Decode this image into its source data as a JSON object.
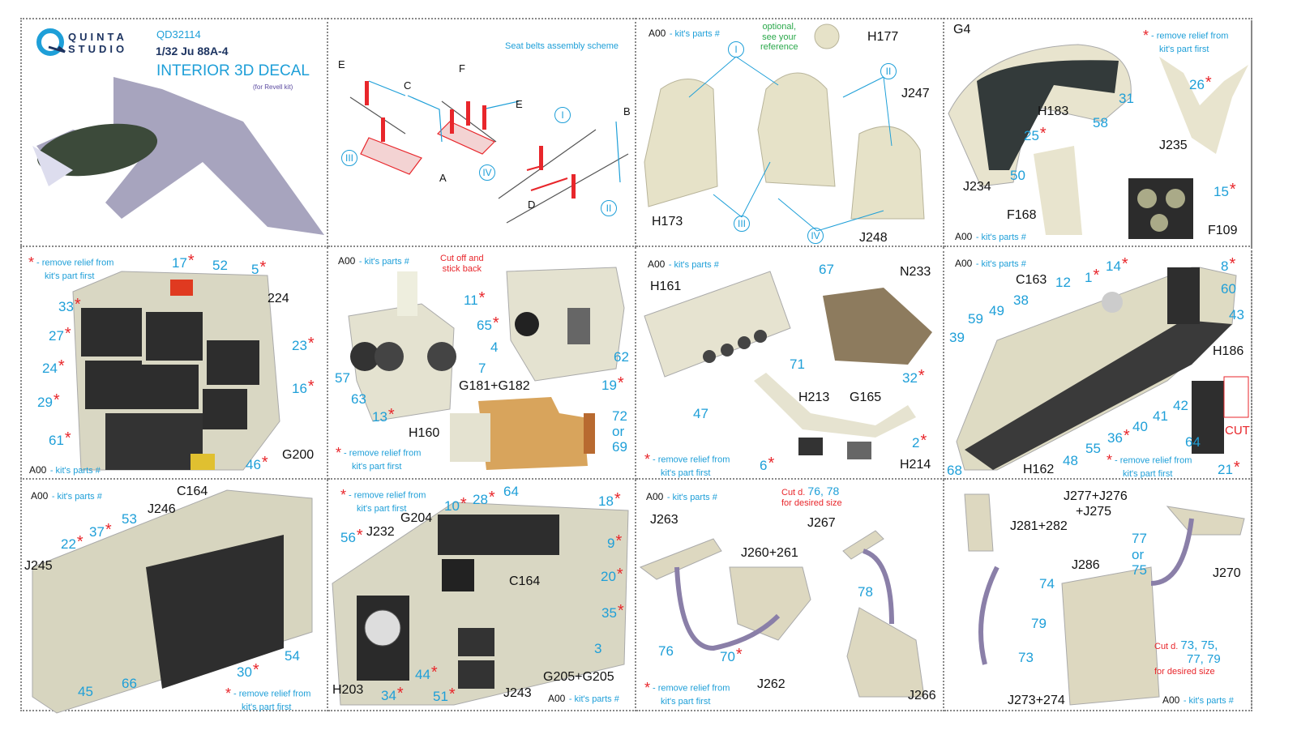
{
  "header": {
    "brand_line1": "QUINTA",
    "brand_line2": "STUDIO",
    "product_code": "QD32114",
    "scale_model": "1/32 Ju 88A-4",
    "title": "INTERIOR 3D DECAL",
    "subtitle": "(for Revell kit)"
  },
  "kit_ref": {
    "code": "A00",
    "text": "- kit's parts #"
  },
  "remove_note": {
    "star": "*",
    "line1": "- remove relief from",
    "line2": "kit's part first"
  },
  "colors": {
    "accent": "#1e9fd8",
    "warning": "#e8262b",
    "title": "#1d3461"
  },
  "panels": [
    {
      "id": "logo"
    },
    {
      "id": "seat-belts",
      "title": "Seat belts assembly scheme",
      "labels": [
        "E",
        "C",
        "F",
        "E",
        "A",
        "B",
        "D",
        "I",
        "II",
        "III",
        "IV"
      ]
    },
    {
      "id": "seats",
      "optional_note": [
        "optional,",
        "see your",
        "reference"
      ],
      "labels": [
        "H177",
        "I",
        "II",
        "J247",
        "H173",
        "III",
        "IV",
        "J248"
      ]
    },
    {
      "id": "instrument-panel",
      "labels": [
        "G4",
        "H183",
        "31",
        "58",
        "25*",
        "26*",
        "J235",
        "J234",
        "50",
        "F168",
        "15*",
        "F109"
      ]
    },
    {
      "id": "center-panel",
      "labels": [
        "17*",
        "52",
        "5*",
        "224",
        "33*",
        "23*",
        "27*",
        "24*",
        "16*",
        "29*",
        "G200",
        "61*",
        "46*"
      ]
    },
    {
      "id": "control-column",
      "cut_note": [
        "Cut off and",
        "stick back"
      ],
      "labels": [
        "11*",
        "65*",
        "4",
        "62",
        "57",
        "7",
        "63",
        "19*",
        "G181+G182",
        "13*",
        "H160",
        "72",
        "or",
        "69"
      ]
    },
    {
      "id": "side-parts",
      "labels": [
        "H161",
        "67",
        "N233",
        "71",
        "32*",
        "47",
        "H213",
        "G165",
        "2*",
        "6*",
        "H214"
      ]
    },
    {
      "id": "left-console",
      "labels": [
        "8*",
        "C163",
        "12",
        "1*",
        "14*",
        "60",
        "43",
        "39",
        "59",
        "49",
        "38",
        "H186",
        "41",
        "42",
        "40",
        "36*",
        "CUT",
        "55",
        "64",
        "48",
        "68",
        "H162",
        "21*"
      ]
    },
    {
      "id": "right-wall",
      "labels": [
        "C164",
        "J246",
        "53",
        "37*",
        "22*",
        "J245",
        "54",
        "30*",
        "45",
        "66"
      ]
    },
    {
      "id": "radio-wall",
      "labels": [
        "10*",
        "28*",
        "64",
        "18*",
        "G204",
        "J232",
        "56*",
        "9*",
        "C164",
        "20*",
        "35*",
        "3",
        "H203",
        "34*",
        "51*",
        "44*",
        "J243",
        "G205+G205"
      ]
    },
    {
      "id": "mg-rear",
      "cut_note": [
        "Cut d.",
        "76, 78",
        "for desired size"
      ],
      "labels": [
        "J263",
        "J267",
        "J260+261",
        "78",
        "76",
        "70*",
        "J262",
        "J266"
      ]
    },
    {
      "id": "mg-front",
      "cut_note": [
        "Cut d.",
        "73, 75,",
        "77, 79",
        "for desired size"
      ],
      "labels": [
        "J277+J276",
        "+J275",
        "J281+282",
        "77",
        "or",
        "75",
        "J286",
        "74",
        "J270",
        "79",
        "73",
        "J273+274"
      ]
    }
  ]
}
